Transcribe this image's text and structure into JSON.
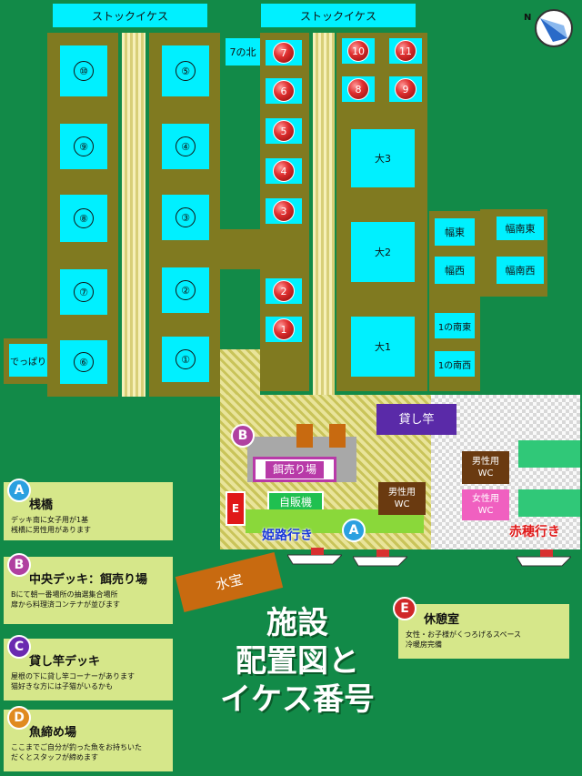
{
  "stock_ikesu": [
    "ストックイケス",
    "ストックイケス"
  ],
  "left_pens": [
    "⑩",
    "⑤",
    "⑨",
    "④",
    "⑧",
    "③",
    "⑦",
    "②",
    "⑥",
    "①"
  ],
  "deppari": "でっぱり",
  "nana_kita": "7の北",
  "mid_pens": [
    "7",
    "6",
    "5",
    "4",
    "3",
    "2",
    "1"
  ],
  "right_small_pens": [
    "10",
    "11",
    "8",
    "9"
  ],
  "big_pens": [
    "大3",
    "大2",
    "大1"
  ],
  "side_pens": [
    "幅東",
    "幅南東",
    "幅西",
    "幅南西",
    "1の南東",
    "1の南西"
  ],
  "facilities": {
    "kashizao": "貸し竿",
    "esauriba": "餌売り場",
    "jihanki": "自販機",
    "male_wc_deck": "男性用\nWC",
    "male_wc_check": "男性用\nWC",
    "female_wc": "女性用\nWC",
    "e_mark": "E"
  },
  "area_badges": [
    "B",
    "A"
  ],
  "destinations": {
    "himeji": "姫路行き",
    "ako": "赤穂行き"
  },
  "suiho": "水宝",
  "title_lines": [
    "施設",
    "配置図と",
    "イケス番号"
  ],
  "legend": [
    {
      "badge": "A",
      "color": "#2aa0e0",
      "title": "桟橋",
      "desc": [
        "デッキ南に女子用が1基",
        "桟橋に男性用があります"
      ]
    },
    {
      "badge": "B",
      "color": "#b040a0",
      "title": "中央デッキ：餌売り場",
      "desc": [
        "Bにて朝一番場所の抽選集合場所",
        "扉から料理済コンテナが並びます"
      ]
    },
    {
      "badge": "C",
      "color": "#6a2ab0",
      "title": "貸し竿デッキ",
      "desc": [
        "屋根の下に貸し竿コーナーがあります",
        "猫好きな方には子猫がいるかも"
      ]
    },
    {
      "badge": "D",
      "color": "#e08a20",
      "title": "魚締め場",
      "desc": [
        "ここまでご自分が釣った魚をお持ちいた",
        "だくとスタッフが締めます"
      ]
    },
    {
      "badge": "E",
      "color": "#d02828",
      "title": "休憩室",
      "desc": [
        "女性・お子様がくつろげるスペース",
        "冷暖房完備"
      ]
    }
  ],
  "colors": {
    "water": "#128a48",
    "walkway": "#807a20",
    "pen": "#00f0ff",
    "card": "#d6e78a"
  }
}
